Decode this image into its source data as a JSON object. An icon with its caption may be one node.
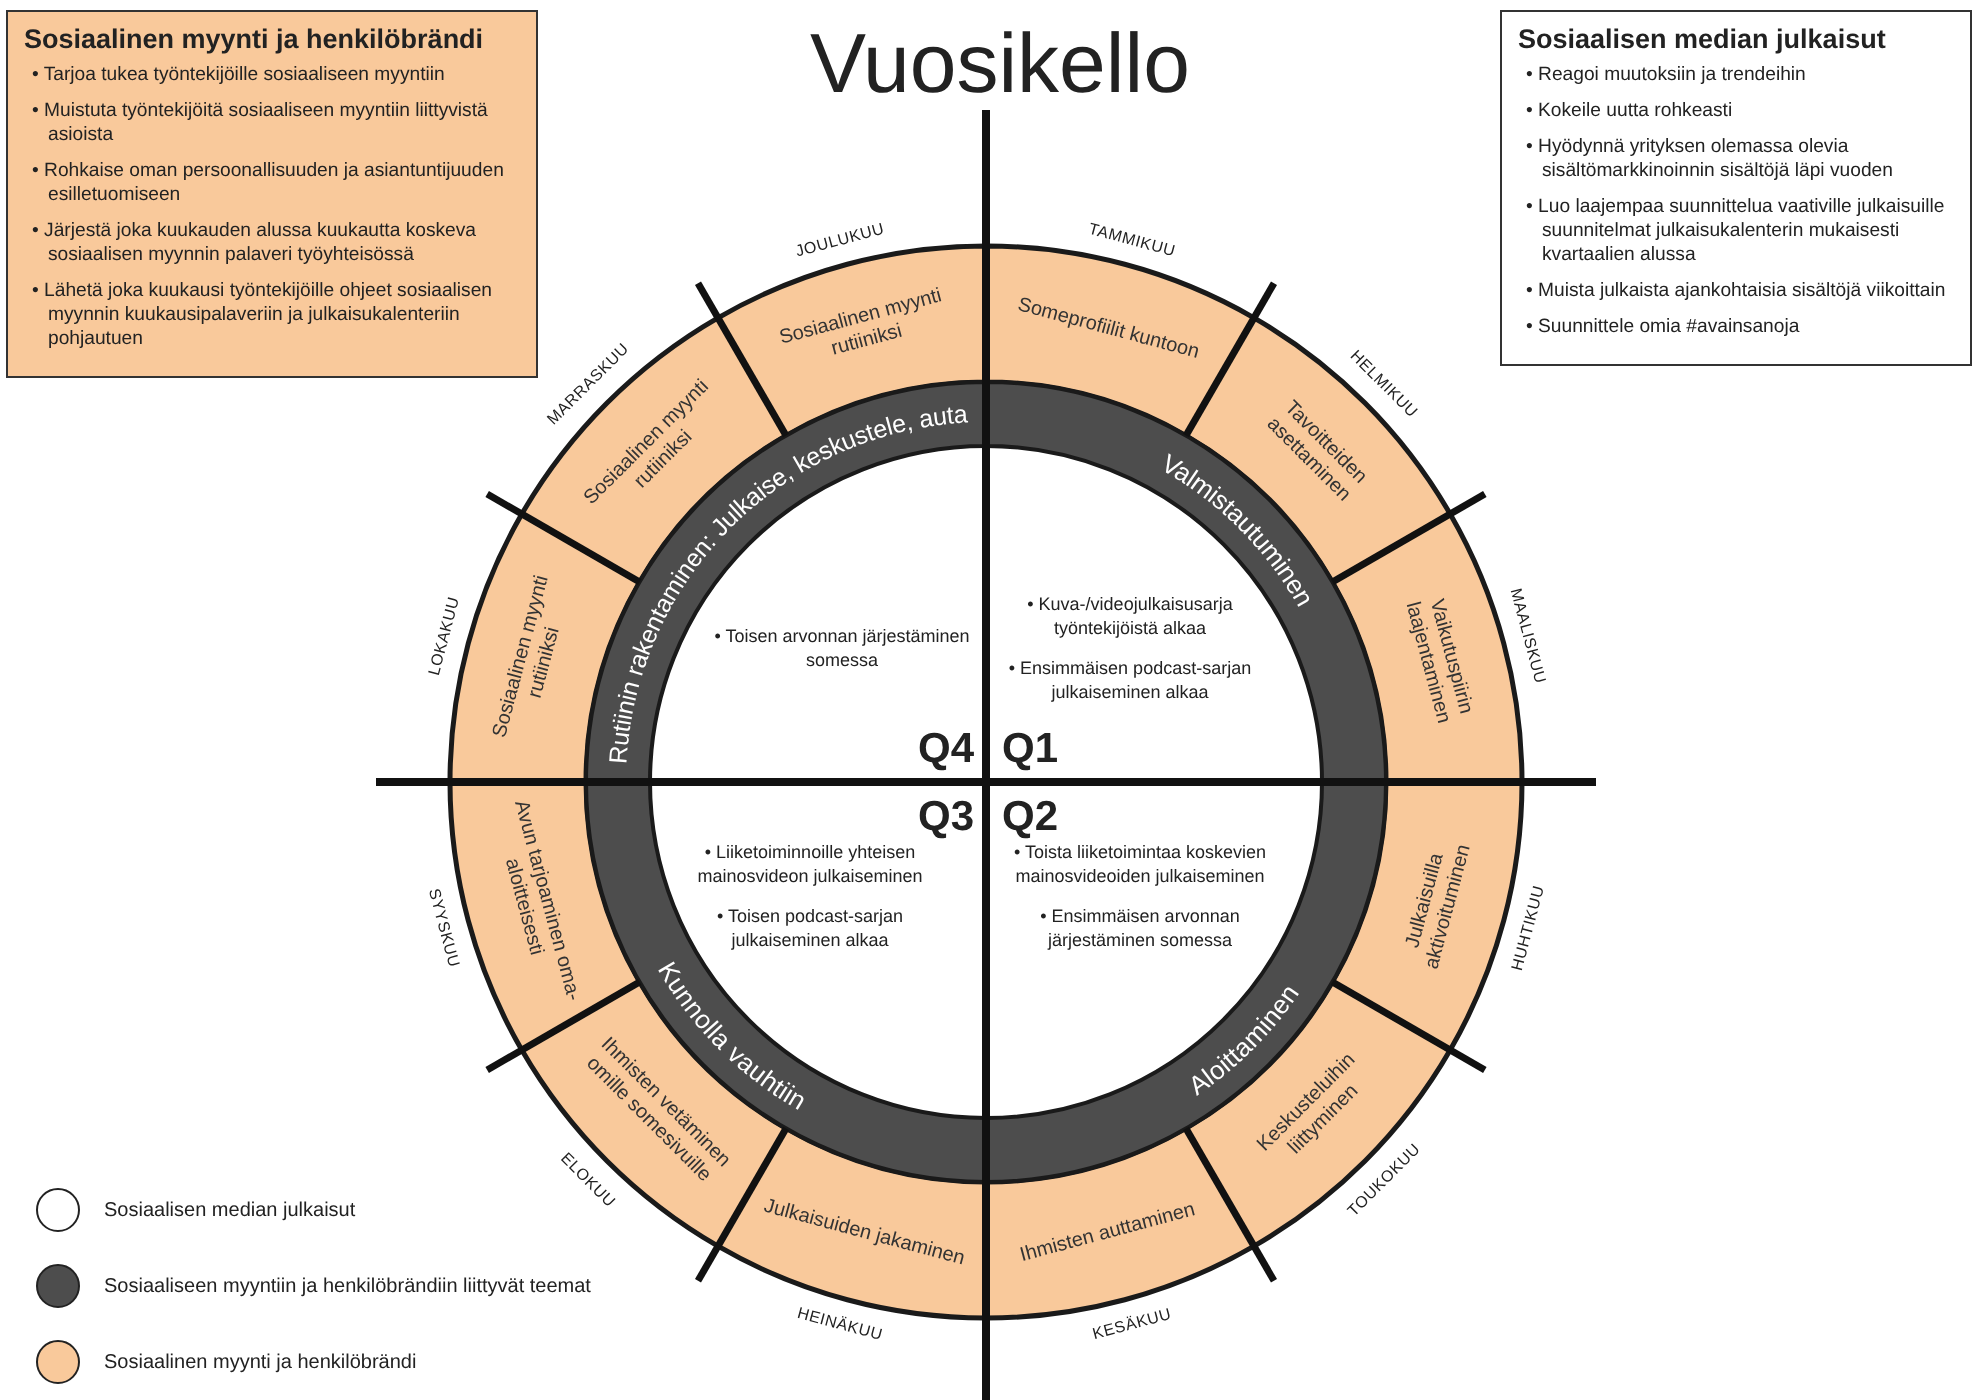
{
  "diagram": {
    "title": "Vuosikello",
    "nodes": [
      {
        "text": [
          "Sosiaalinen myynti ja henkilöbrändi",
          "• Tarjoa tukea työntekijöille sosiaaliseen myyntiin",
          "• Muistuta työntekijöitä sosiaaliseen myyntiin liittyvistä asioista",
          "• Rohkaise oman persoonallisuuden ja asiantuntijuuden esilletuomiseen",
          "• Järjestä joka kuukauden alussa kuukautta koskeva sosiaalisen myynnin palaveri työyhteisössä",
          "• Lähetä joka kuukausi työntekijöille ohjeet sosiaalisen myynnin kuukausipalaveriin ja julkaisukalenteriin pohjautuen"
        ]
      },
      {
        "text": [
          "Sosiaalisen median julkaisut",
          "• Reagoi muutoksiin ja trendeihin",
          "• Kokeile uutta rohkeasti",
          "• Hyödynnä yrityksen olemassa olevia sisältömarkkinoinnin sisältöjä läpi vuoden",
          "• Luo laajempaa suunnittelua vaativille julkaisuille suunnitelmat julkaisukalenterin mukaisesti kvartaalien alussa",
          "• Muista julkaista ajankohtaisia sisältöjä viikoittain",
          "• Suunnittele omia #avainsanoja"
        ]
      },
      {
        "text": [
          "Someprofiilit kuntoon"
        ],
        "beside": [
          "TAMMIKUU"
        ]
      },
      {
        "text": [
          "Tavoitteiden asettaminen"
        ],
        "beside": [
          "HELMIKUU"
        ]
      },
      {
        "text": [
          "Vaikutuspiirin laajentaminen"
        ],
        "beside": [
          "MAALISKUU"
        ]
      },
      {
        "text": [
          "Julkaisuilla aktivoituminen"
        ],
        "beside": [
          "HUHTIKUU"
        ]
      },
      {
        "text": [
          "Keskusteluihin liittyminen"
        ],
        "beside": [
          "TOUKOKUU"
        ]
      },
      {
        "text": [
          "Ihmisten auttaminen"
        ],
        "beside": [
          "KESÄKUU"
        ]
      },
      {
        "text": [
          "Julkaisuiden jakaminen"
        ],
        "beside": [
          "HEINÄKUU"
        ]
      },
      {
        "text": [
          "Ihmisten vetäminen omille somesivuille"
        ],
        "beside": [
          "ELOKUU"
        ]
      },
      {
        "text": [
          "Avun tarjoaminen oma-aloitteisesti"
        ],
        "beside": [
          "SYYSKUU"
        ]
      },
      {
        "text": [
          "Sosiaalinen myynti rutiiniksi"
        ],
        "beside": [
          "LOKAKUU"
        ]
      },
      {
        "text": [
          "Sosiaalinen myynti rutiiniksi"
        ],
        "beside": [
          "MARRASKUU"
        ]
      },
      {
        "text": [
          "Sosiaalinen myynti rutiiniksi"
        ],
        "beside": [
          "JOULUKUU"
        ]
      },
      {
        "text": [
          "Valmistautuminen"
        ]
      },
      {
        "text": [
          "Aloittaminen"
        ]
      },
      {
        "text": [
          "Kunnolla vauhtiin"
        ]
      },
      {
        "text": [
          "Rutiinin rakentaminen: Julkaise, keskustele, auta"
        ]
      },
      {
        "text": [
          "• Kuva-/videojulkaisusarja työntekijöistä alkaa",
          "• Ensimmäisen podcast-sarjan julkaiseminen alkaa",
          "Q1"
        ]
      },
      {
        "text": [
          "Q2",
          "• Toista liiketoimintaa koskevien mainosvideoiden julkaiseminen",
          "• Ensimmäisen arvonnan järjestäminen somessa"
        ]
      },
      {
        "text": [
          "Q3",
          "• Liiketoiminnoille yhteisen mainosvideon julkaiseminen",
          "• Toisen podcast-sarjan julkaiseminen alkaa"
        ]
      },
      {
        "text": [
          "• Toisen arvonnan järjestäminen somessa",
          "Q4"
        ]
      }
    ],
    "legend": [
      {
        "text": "Sosiaalisen median julkaisut",
        "color": "#ffffff"
      },
      {
        "text": "Sosiaaliseen myyntiin ja henkilöbrändiin liittyvät teemat",
        "color": "#4d4d4d"
      },
      {
        "text": "Sosiaalinen myynti ja henkilöbrändi",
        "color": "#f9c99b"
      }
    ]
  }
}
